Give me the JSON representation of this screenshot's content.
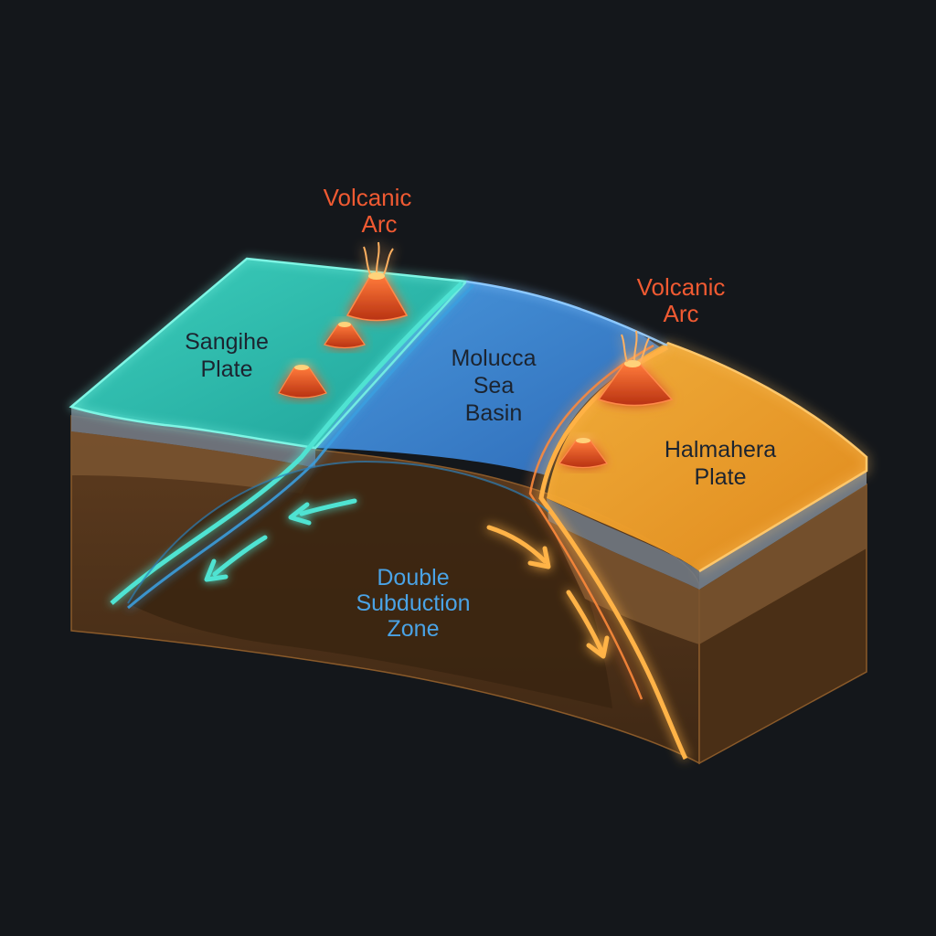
{
  "labels": {
    "volcanic_arc_left": [
      "Volcanic",
      "Arc"
    ],
    "volcanic_arc_right": [
      "Volcanic",
      "Arc"
    ],
    "sangihe_plate": [
      "Sangihe",
      "Plate"
    ],
    "molucca_sea_basin": [
      "Molucca",
      "Sea",
      "Basin"
    ],
    "halmahera_plate": [
      "Halmahera",
      "Plate"
    ],
    "double_subduction_zone": [
      "Double",
      "Subduction",
      "Zone"
    ]
  },
  "colors": {
    "background": "#14171b",
    "sangihe": "#2ec4b6",
    "molucca": "#3a86d4",
    "halmahera": "#f0a02a",
    "volcano": "#e8552a",
    "arc_text": "#f05a32",
    "zone_text": "#4aa3e6",
    "earth": "#5a3a1e"
  },
  "icons": [
    "volcano-icon",
    "subduction-arrow-left",
    "subduction-arrow-right"
  ]
}
